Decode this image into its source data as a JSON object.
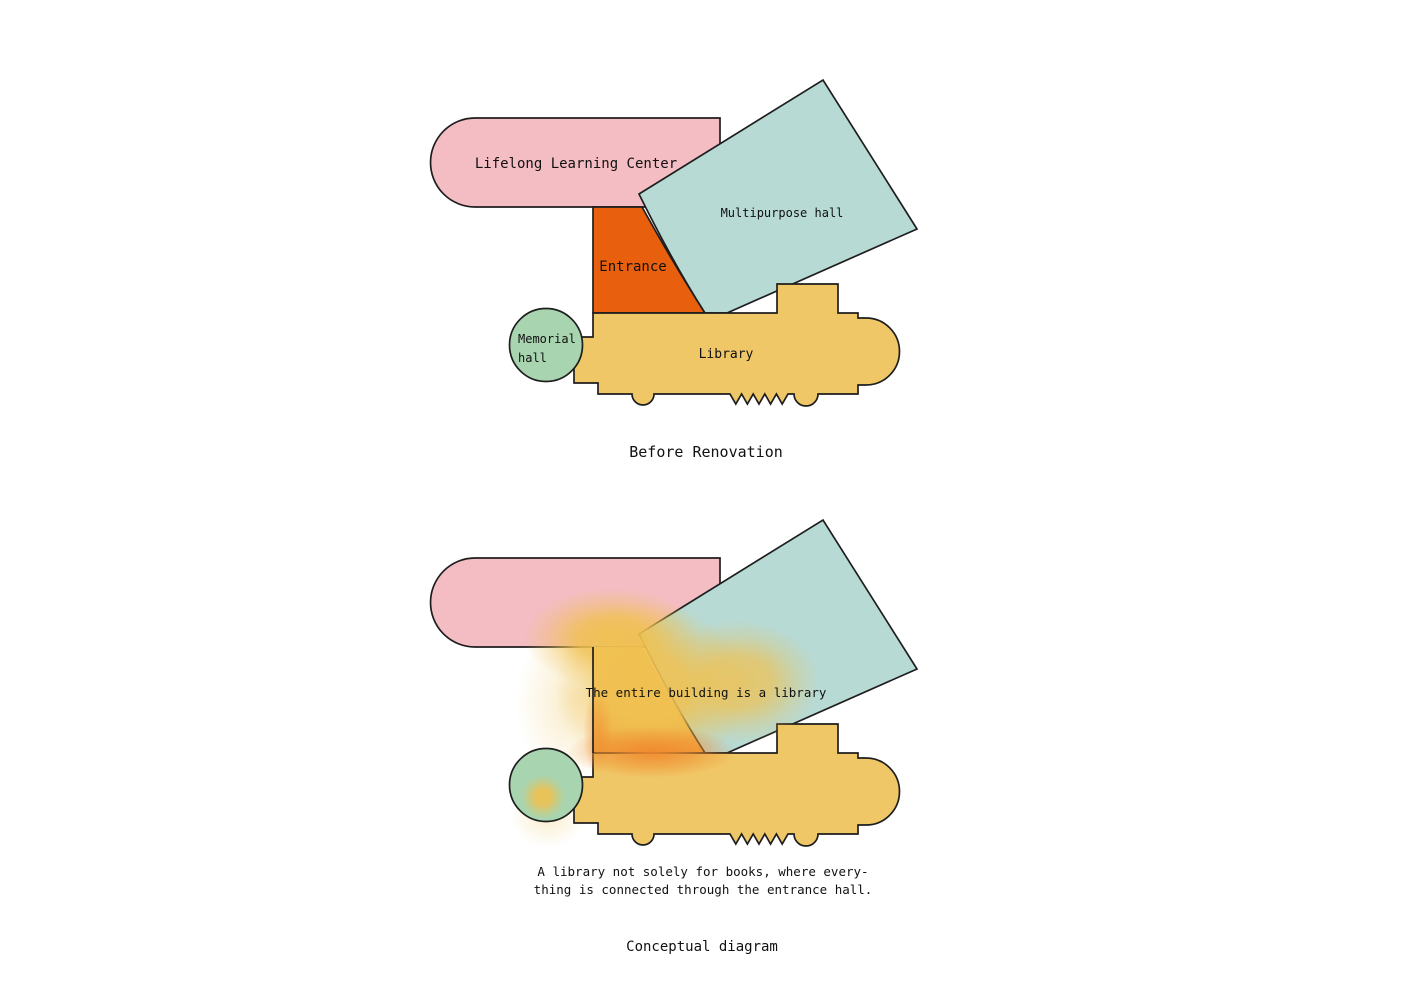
{
  "colors": {
    "background": "#ffffff",
    "outline": "#1e1e1e",
    "text": "#111111",
    "pink": "#F3BDC3",
    "teal": "#B7DAD5",
    "orange": "#E8600D",
    "yellow": "#F0C766",
    "green": "#A8D4AF",
    "glow_yellow": "#F0C150",
    "glow_orange": "#F0872D",
    "halo": "#F3D892",
    "entrance_top": "#F1C661",
    "entrance_bottom": "#EFA03C"
  },
  "before_diagram": {
    "title": "Before Renovation",
    "labels": {
      "lifelong_learning_center": "Lifelong Learning Center",
      "multipurpose_hall": "Multipurpose hall",
      "entrance": "Entrance",
      "memorial_hall_line1": "Memorial",
      "memorial_hall_line2": "hall",
      "library": "Library"
    }
  },
  "conceptual_diagram": {
    "title": "Conceptual diagram",
    "center_label": "The entire building is a library",
    "caption_line1": "A library not solely for books, where every-",
    "caption_line2": "thing is connected through the entrance hall."
  }
}
